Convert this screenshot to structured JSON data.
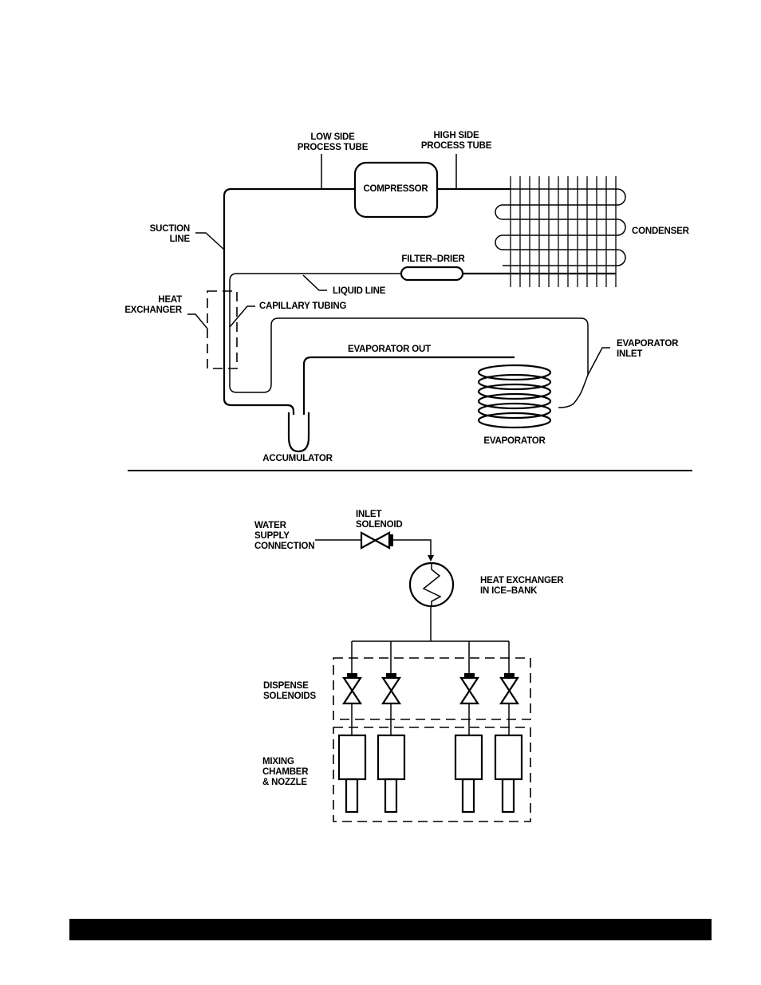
{
  "refrigeration": {
    "low_side": [
      "LOW SIDE",
      "PROCESS TUBE"
    ],
    "high_side": [
      "HIGH SIDE",
      "PROCESS TUBE"
    ],
    "compressor": "COMPRESSOR",
    "condenser": "CONDENSER",
    "suction": [
      "SUCTION",
      "LINE"
    ],
    "filter_drier": "FILTER–DRIER",
    "liquid_line": "LIQUID LINE",
    "heat_exchanger": [
      "HEAT",
      "EXCHANGER"
    ],
    "capillary": "CAPILLARY TUBING",
    "evaporator_out": "EVAPORATOR OUT",
    "evaporator_inlet": [
      "EVAPORATOR",
      "INLET"
    ],
    "evaporator": "EVAPORATOR",
    "accumulator": "ACCUMULATOR"
  },
  "water": {
    "supply": [
      "WATER",
      "SUPPLY",
      "CONNECTION"
    ],
    "inlet_solenoid": [
      "INLET",
      "SOLENOID"
    ],
    "heat_exchanger": [
      "HEAT EXCHANGER",
      "IN ICE–BANK"
    ],
    "dispense": [
      "DISPENSE",
      "SOLENOIDS"
    ],
    "mixing": [
      "MIXING",
      "CHAMBER",
      "& NOZZLE"
    ]
  }
}
